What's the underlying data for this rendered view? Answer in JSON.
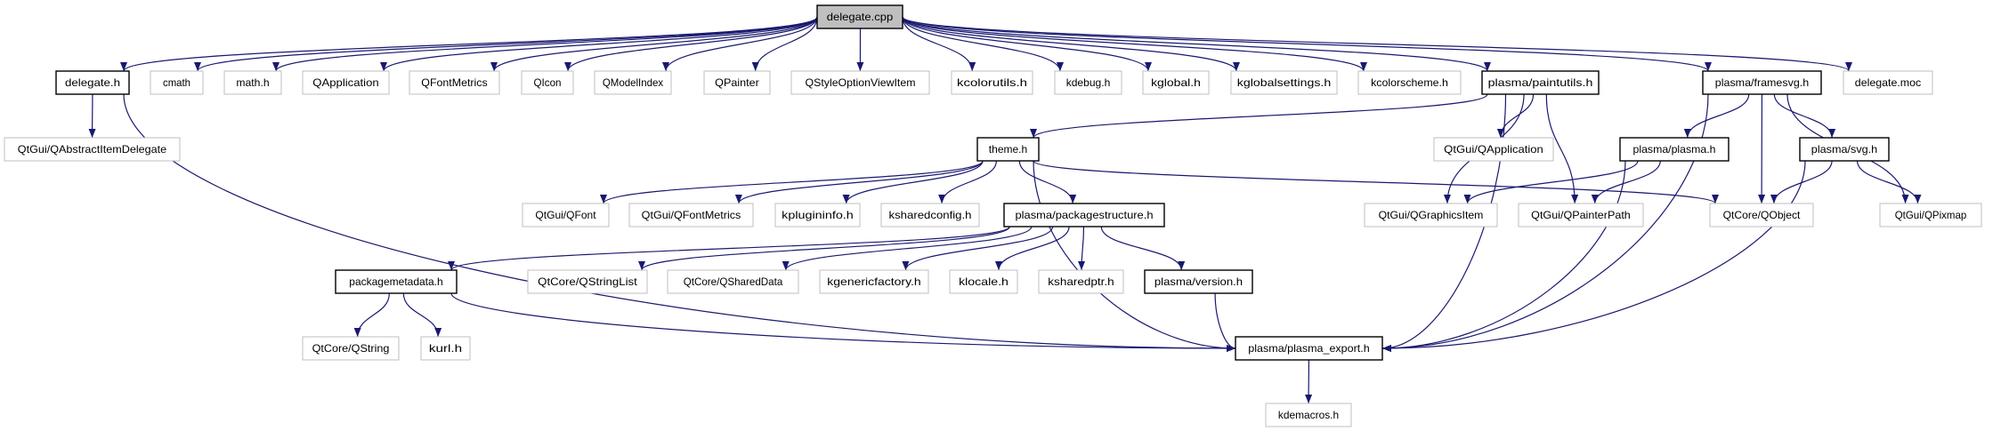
{
  "colors": {
    "edge": "#191970",
    "root_fill": "#bfbfbf",
    "documented_border": "#000000",
    "external_border": "#bfbfbf"
  },
  "nodes": [
    {
      "id": "delegate_cpp",
      "label": "delegate.cpp",
      "kind": "root"
    },
    {
      "id": "delegate_h",
      "label": "delegate.h",
      "kind": "documented"
    },
    {
      "id": "cmath",
      "label": "cmath",
      "kind": "external"
    },
    {
      "id": "math_h",
      "label": "math.h",
      "kind": "external"
    },
    {
      "id": "QApplication",
      "label": "QApplication",
      "kind": "external"
    },
    {
      "id": "QFontMetrics",
      "label": "QFontMetrics",
      "kind": "external"
    },
    {
      "id": "QIcon",
      "label": "QIcon",
      "kind": "external"
    },
    {
      "id": "QModelIndex",
      "label": "QModelIndex",
      "kind": "external"
    },
    {
      "id": "QPainter",
      "label": "QPainter",
      "kind": "external"
    },
    {
      "id": "QStyleOptionViewItem",
      "label": "QStyleOptionViewItem",
      "kind": "external"
    },
    {
      "id": "kcolorutils",
      "label": "kcolorutils.h",
      "kind": "external"
    },
    {
      "id": "kdebug",
      "label": "kdebug.h",
      "kind": "external"
    },
    {
      "id": "kglobal",
      "label": "kglobal.h",
      "kind": "external"
    },
    {
      "id": "kglobalsettings",
      "label": "kglobalsettings.h",
      "kind": "external"
    },
    {
      "id": "kcolorscheme",
      "label": "kcolorscheme.h",
      "kind": "external"
    },
    {
      "id": "paintutils",
      "label": "plasma/paintutils.h",
      "kind": "documented"
    },
    {
      "id": "framesvg",
      "label": "plasma/framesvg.h",
      "kind": "documented"
    },
    {
      "id": "delegate_moc",
      "label": "delegate.moc",
      "kind": "external"
    },
    {
      "id": "QAbstractItemDelegate",
      "label": "QtGui/QAbstractItemDelegate",
      "kind": "external"
    },
    {
      "id": "theme_h",
      "label": "theme.h",
      "kind": "documented"
    },
    {
      "id": "QtGui_QApplication",
      "label": "QtGui/QApplication",
      "kind": "external"
    },
    {
      "id": "plasma_h",
      "label": "plasma/plasma.h",
      "kind": "documented"
    },
    {
      "id": "svg_h",
      "label": "plasma/svg.h",
      "kind": "documented"
    },
    {
      "id": "QFont",
      "label": "QtGui/QFont",
      "kind": "external"
    },
    {
      "id": "QtGui_QFontMetrics",
      "label": "QtGui/QFontMetrics",
      "kind": "external"
    },
    {
      "id": "kplugininfo",
      "label": "kplugininfo.h",
      "kind": "external"
    },
    {
      "id": "ksharedconfig",
      "label": "ksharedconfig.h",
      "kind": "external"
    },
    {
      "id": "packagestructure",
      "label": "plasma/packagestructure.h",
      "kind": "documented"
    },
    {
      "id": "QGraphicsItem",
      "label": "QtGui/QGraphicsItem",
      "kind": "external"
    },
    {
      "id": "QPainterPath",
      "label": "QtGui/QPainterPath",
      "kind": "external"
    },
    {
      "id": "QObject",
      "label": "QtCore/QObject",
      "kind": "external"
    },
    {
      "id": "QPixmap",
      "label": "QtGui/QPixmap",
      "kind": "external"
    },
    {
      "id": "packagemetadata",
      "label": "packagemetadata.h",
      "kind": "documented"
    },
    {
      "id": "QStringList",
      "label": "QtCore/QStringList",
      "kind": "external"
    },
    {
      "id": "QSharedData",
      "label": "QtCore/QSharedData",
      "kind": "external"
    },
    {
      "id": "kgenericfactory",
      "label": "kgenericfactory.h",
      "kind": "external"
    },
    {
      "id": "klocale",
      "label": "klocale.h",
      "kind": "external"
    },
    {
      "id": "ksharedptr",
      "label": "ksharedptr.h",
      "kind": "external"
    },
    {
      "id": "version_h",
      "label": "plasma/version.h",
      "kind": "documented"
    },
    {
      "id": "QString",
      "label": "QtCore/QString",
      "kind": "external"
    },
    {
      "id": "kurl",
      "label": "kurl.h",
      "kind": "external"
    },
    {
      "id": "plasma_export",
      "label": "plasma/plasma_export.h",
      "kind": "documented"
    },
    {
      "id": "kdemacros",
      "label": "kdemacros.h",
      "kind": "external"
    }
  ],
  "edges": [
    [
      "delegate_cpp",
      "delegate_h"
    ],
    [
      "delegate_cpp",
      "cmath"
    ],
    [
      "delegate_cpp",
      "math_h"
    ],
    [
      "delegate_cpp",
      "QApplication"
    ],
    [
      "delegate_cpp",
      "QFontMetrics"
    ],
    [
      "delegate_cpp",
      "QIcon"
    ],
    [
      "delegate_cpp",
      "QModelIndex"
    ],
    [
      "delegate_cpp",
      "QPainter"
    ],
    [
      "delegate_cpp",
      "QStyleOptionViewItem"
    ],
    [
      "delegate_cpp",
      "kcolorutils"
    ],
    [
      "delegate_cpp",
      "kdebug"
    ],
    [
      "delegate_cpp",
      "kglobal"
    ],
    [
      "delegate_cpp",
      "kglobalsettings"
    ],
    [
      "delegate_cpp",
      "kcolorscheme"
    ],
    [
      "delegate_cpp",
      "paintutils"
    ],
    [
      "delegate_cpp",
      "framesvg"
    ],
    [
      "delegate_cpp",
      "delegate_moc"
    ],
    [
      "delegate_h",
      "QAbstractItemDelegate"
    ],
    [
      "delegate_h",
      "plasma_export"
    ],
    [
      "paintutils",
      "theme_h"
    ],
    [
      "paintutils",
      "QtGui_QApplication"
    ],
    [
      "paintutils",
      "QGraphicsItem"
    ],
    [
      "paintutils",
      "QPainterPath"
    ],
    [
      "paintutils",
      "plasma_export"
    ],
    [
      "theme_h",
      "QFont"
    ],
    [
      "theme_h",
      "QtGui_QFontMetrics"
    ],
    [
      "theme_h",
      "kplugininfo"
    ],
    [
      "theme_h",
      "ksharedconfig"
    ],
    [
      "theme_h",
      "packagestructure"
    ],
    [
      "theme_h",
      "QObject"
    ],
    [
      "theme_h",
      "plasma_export"
    ],
    [
      "packagestructure",
      "packagemetadata"
    ],
    [
      "packagestructure",
      "QStringList"
    ],
    [
      "packagestructure",
      "QSharedData"
    ],
    [
      "packagestructure",
      "kgenericfactory"
    ],
    [
      "packagestructure",
      "klocale"
    ],
    [
      "packagestructure",
      "ksharedptr"
    ],
    [
      "packagestructure",
      "version_h"
    ],
    [
      "packagemetadata",
      "QString"
    ],
    [
      "packagemetadata",
      "kurl"
    ],
    [
      "packagemetadata",
      "plasma_export"
    ],
    [
      "version_h",
      "plasma_export"
    ],
    [
      "framesvg",
      "plasma_h"
    ],
    [
      "framesvg",
      "QObject"
    ],
    [
      "framesvg",
      "svg_h"
    ],
    [
      "framesvg",
      "QPixmap"
    ],
    [
      "framesvg",
      "plasma_export"
    ],
    [
      "plasma_h",
      "QGraphicsItem"
    ],
    [
      "plasma_h",
      "QPainterPath"
    ],
    [
      "plasma_h",
      "plasma_export"
    ],
    [
      "svg_h",
      "QObject"
    ],
    [
      "svg_h",
      "QPixmap"
    ],
    [
      "svg_h",
      "plasma_export"
    ],
    [
      "plasma_export",
      "kdemacros"
    ]
  ]
}
